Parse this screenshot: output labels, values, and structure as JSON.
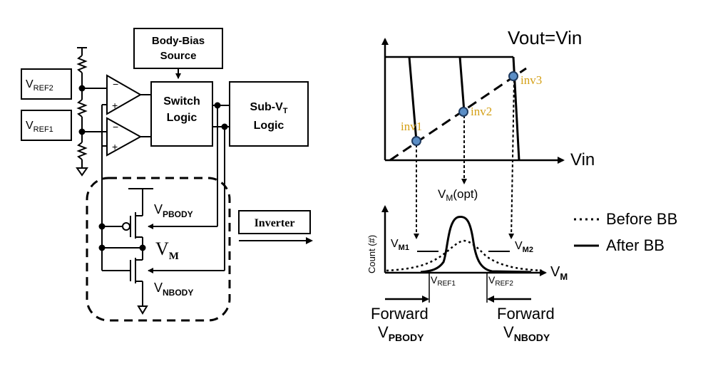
{
  "circuit": {
    "vref2": {
      "main": "V",
      "sub": "REF2"
    },
    "vref1": {
      "main": "V",
      "sub": "REF1"
    },
    "body_bias_line1": "Body-Bias",
    "body_bias_line2": "Source",
    "switch_line1": "Switch",
    "switch_line2": "Logic",
    "subvt_line1_main": "Sub-V",
    "subvt_line1_sub": "T",
    "subvt_line2": "Logic",
    "comp_minus": "−",
    "comp_plus": "+",
    "vpbody": {
      "main": "V",
      "sub": "PBODY"
    },
    "vm": {
      "main": "V",
      "sub": "M"
    },
    "vnbody": {
      "main": "V",
      "sub": "NBODY"
    },
    "inverter_label": "Inverter"
  },
  "vtc": {
    "title": "Vout=Vin",
    "x_label": "Vin",
    "inv1": "inv1",
    "inv2": "inv2",
    "inv3": "inv3",
    "vm_opt": {
      "main": "V",
      "sub": "M",
      "suffix": "(opt)"
    },
    "point_color": "#5b8ec6",
    "label_color": "#d4a017"
  },
  "dist": {
    "y_label": "Count (#)",
    "x_label": {
      "main": "V",
      "sub": "M"
    },
    "vm1": {
      "main": "V",
      "sub": "M1"
    },
    "vm2": {
      "main": "V",
      "sub": "M2"
    },
    "vref1": {
      "main": "V",
      "sub": "REF1"
    },
    "vref2": {
      "main": "V",
      "sub": "REF2"
    },
    "fwd1_line1": "Forward",
    "fwd1_line2": {
      "main": "V",
      "sub": "PBODY"
    },
    "fwd2_line1": "Forward",
    "fwd2_line2": {
      "main": "V",
      "sub": "NBODY"
    }
  },
  "legend": {
    "before": "Before BB",
    "after": "After BB"
  }
}
